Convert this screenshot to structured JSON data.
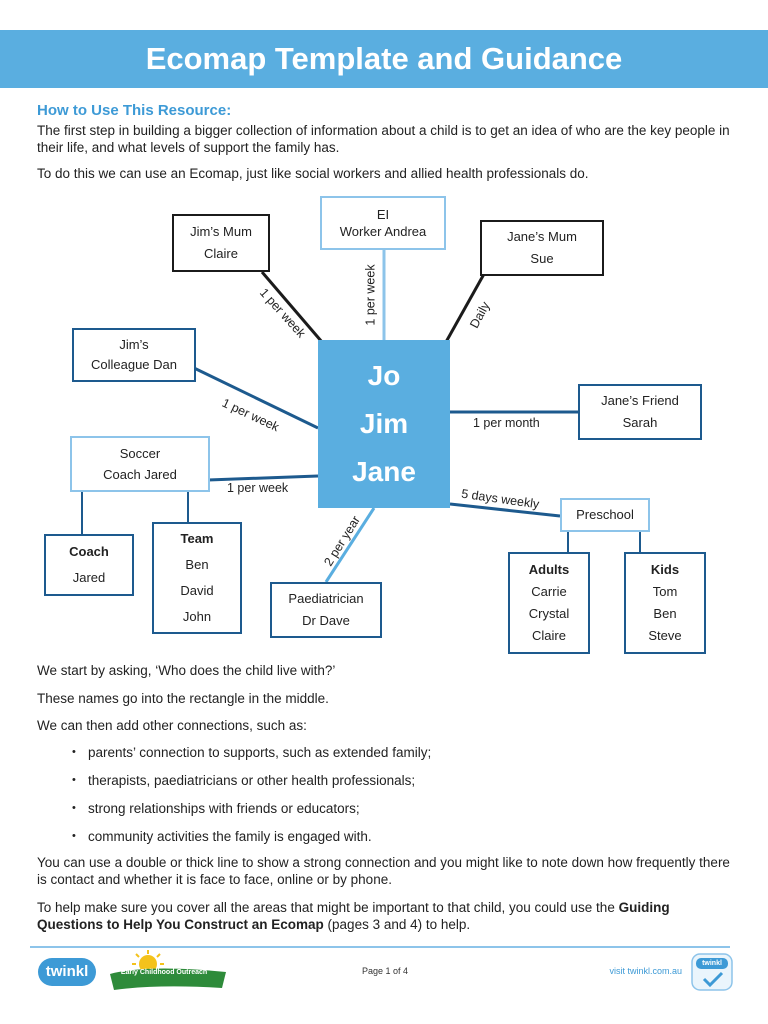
{
  "title": "Ecomap Template and Guidance",
  "intro": {
    "heading": "How to Use This Resource:",
    "p1": "The first step in building a bigger collection of information about a child is to get an idea of who are the key people in their life, and what levels of support the family has.",
    "p2": "To do this we can use an Ecomap, just like social workers and allied health professionals do."
  },
  "ecomap": {
    "center": [
      "Jo",
      "Jim",
      "Jane"
    ],
    "nodes": {
      "jims_mum": [
        "Jim’s Mum",
        "Claire"
      ],
      "ei_worker": [
        "EI",
        "Worker Andrea"
      ],
      "janes_mum": [
        "Jane’s Mum",
        "Sue"
      ],
      "jims_colleague": [
        "Jim’s",
        "Colleague Dan"
      ],
      "janes_friend": [
        "Jane’s Friend",
        "Sarah"
      ],
      "soccer_coach": [
        "Soccer",
        "Coach Jared"
      ],
      "coach": {
        "heading": "Coach",
        "names": [
          "Jared"
        ]
      },
      "team": {
        "heading": "Team",
        "names": [
          "Ben",
          "David",
          "John"
        ]
      },
      "paediatrician": [
        "Paediatrician",
        "Dr Dave"
      ],
      "preschool": "Preschool",
      "adults": {
        "heading": "Adults",
        "names": [
          "Carrie",
          "Crystal",
          "Claire"
        ]
      },
      "kids": {
        "heading": "Kids",
        "names": [
          "Tom",
          "Ben",
          "Steve"
        ]
      }
    },
    "labels": {
      "jims_mum": "1 per week",
      "ei_worker": "1 per week",
      "janes_mum": "Daily",
      "jims_colleague": "1 per week",
      "janes_friend": "1 per month",
      "soccer_coach": "1 per week",
      "paediatrician": "2 per year",
      "preschool": "5 days weekly"
    },
    "colors": {
      "center": "#5aaee0",
      "navy": "#1d5a8e",
      "light": "#8dc4ea",
      "black": "#1b1b1b"
    }
  },
  "body": {
    "p1": "We start by asking, ‘Who does the child live with?’",
    "p2": "These names go into the rectangle in the middle.",
    "p3": "We can then add other connections, such as:",
    "bullets": [
      "parents’ connection to supports, such as extended family;",
      "therapists, paediatricians or other health professionals;",
      "strong relationships with friends or educators;",
      "community activities the family is engaged with."
    ],
    "p4": "You can use a double or thick line to show a strong connection and you might like to note down how frequently there is contact and whether it is face to face, online or by phone.",
    "p5_before": "To help make sure you cover all the areas that might be important to that child, you could use the ",
    "p5_bold": "Guiding Questions to Help You Construct an Ecomap",
    "p5_after": " (pages 3 and 4) to help."
  },
  "footer": {
    "logo": "twinkl",
    "eco_logo": "Early Childhood Outreach",
    "page": "Page 1 of 4",
    "visit": "visit twinkl.com.au",
    "badge": "twinkl"
  }
}
